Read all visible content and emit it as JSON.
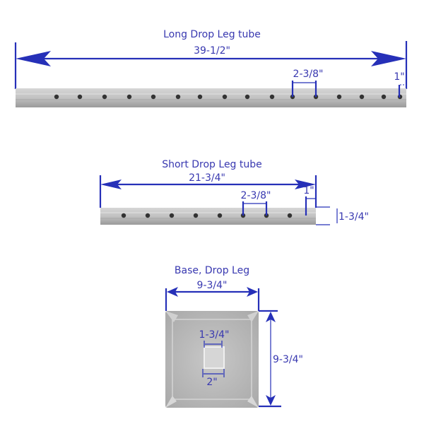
{
  "colors": {
    "dimension": "#2630b8",
    "text": "#3838b0",
    "metal": "#b9b9b9"
  },
  "long_tube": {
    "title": "Long Drop Leg tube",
    "length": "39-1/2\"",
    "hole_spacing": "2-3/8\"",
    "end_offset": "1\""
  },
  "short_tube": {
    "title": "Short Drop Leg tube",
    "length": "21-3/4\"",
    "hole_spacing": "2-3/8\"",
    "end_offset": "1\"",
    "height": "1-3/4\""
  },
  "base": {
    "title": "Base, Drop Leg",
    "width": "9-3/4\"",
    "height": "9-3/4\"",
    "inner_top": "1-3/4\"",
    "inner_bottom": "2\""
  }
}
